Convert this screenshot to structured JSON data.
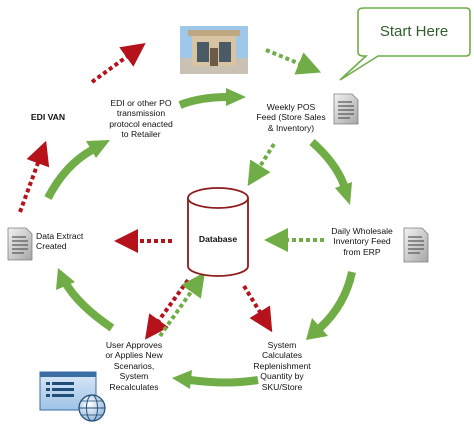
{
  "colors": {
    "cycle_arrow": "#70ad47",
    "dashed_red": "#b5121b",
    "dashed_green": "#70ad47",
    "callout_border": "#70ad47",
    "callout_text": "#2f5f2a",
    "database_stroke": "#8b1a1a"
  },
  "callout": {
    "text": "Start Here"
  },
  "nodes": {
    "pos_feed": {
      "text": "Weekly POS\nFeed (Store Sales\n& Inventory)"
    },
    "edi_protocol": {
      "text": "EDI or other PO\ntransmission\nprotocol enacted\nto Retailer"
    },
    "edi_van": {
      "text": "EDI VAN"
    },
    "data_extract": {
      "text": "Data Extract\nCreated"
    },
    "database": {
      "text": "Database"
    },
    "wholesale_feed": {
      "text": "Daily Wholesale\nInventory Feed\nfrom ERP"
    },
    "system_calc": {
      "text": "System\nCalculates\nReplenishment\nQuantity by\nSKU/Store"
    },
    "user_approves": {
      "text": "User Approves\nor Applies New\nScenarios,\nSystem\nRecalculates"
    }
  },
  "icons": {
    "store": "store-photo-icon",
    "doc_pos": "document-icon",
    "doc_wholesale": "document-icon",
    "doc_extract": "document-icon",
    "database": "database-cylinder-icon",
    "app_window": "application-globe-icon"
  }
}
